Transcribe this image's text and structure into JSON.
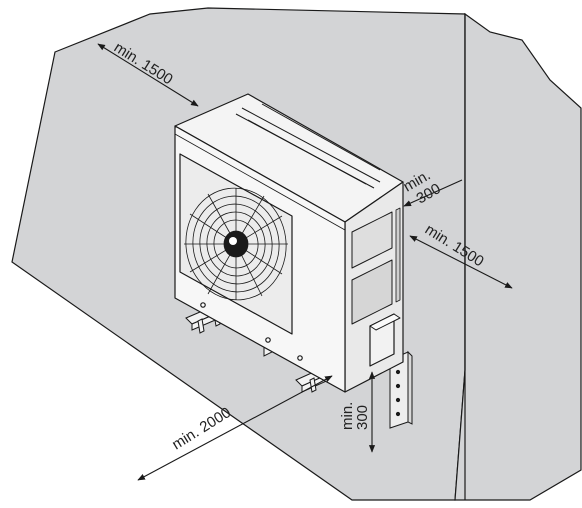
{
  "dimensions": {
    "top_clearance": "min. 1500",
    "side_gap_min": "min.",
    "side_gap_value": "300",
    "side_clearance": "min. 1500",
    "front_clearance": "min. 2000",
    "bottom_gap_min": "min.",
    "bottom_gap_value": "300"
  },
  "colors": {
    "wall": "#d3d4d6",
    "unit_light": "#f5f5f5",
    "unit_mid": "#ececec",
    "unit_dark": "#dadada",
    "outline": "#1a1a1a"
  }
}
